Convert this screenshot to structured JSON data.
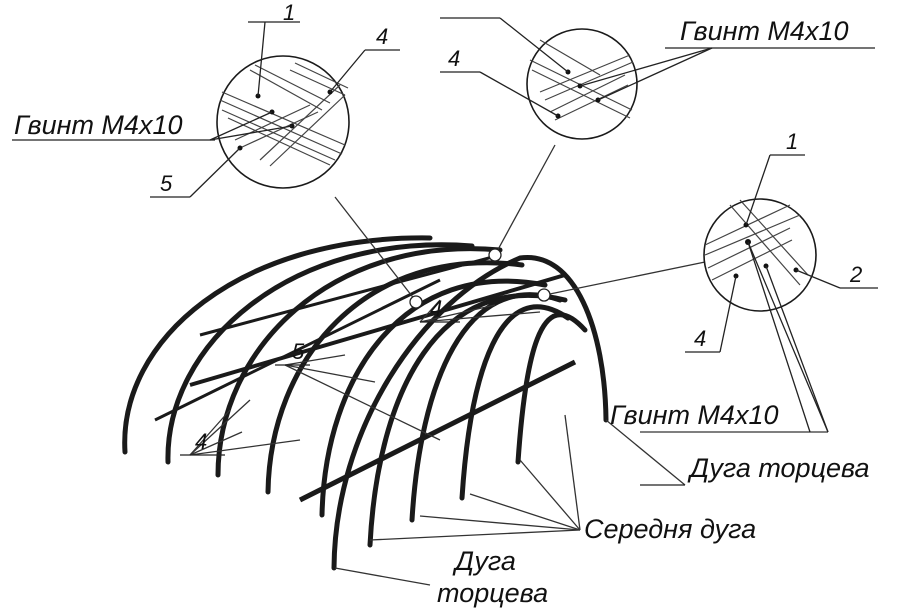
{
  "labels": {
    "screw": "Гвинт М4x10",
    "end_arc": "Дуга торцева",
    "end_arc_line1": "Дуга",
    "end_arc_line2": "торцева",
    "middle_arc": "Середня дуга"
  },
  "numbers": {
    "n1": "1",
    "n2": "2",
    "n4": "4",
    "n5": "5"
  },
  "colors": {
    "stroke": "#1a1a1a",
    "arc_fill": "#2b2b2b",
    "background": "#ffffff"
  }
}
